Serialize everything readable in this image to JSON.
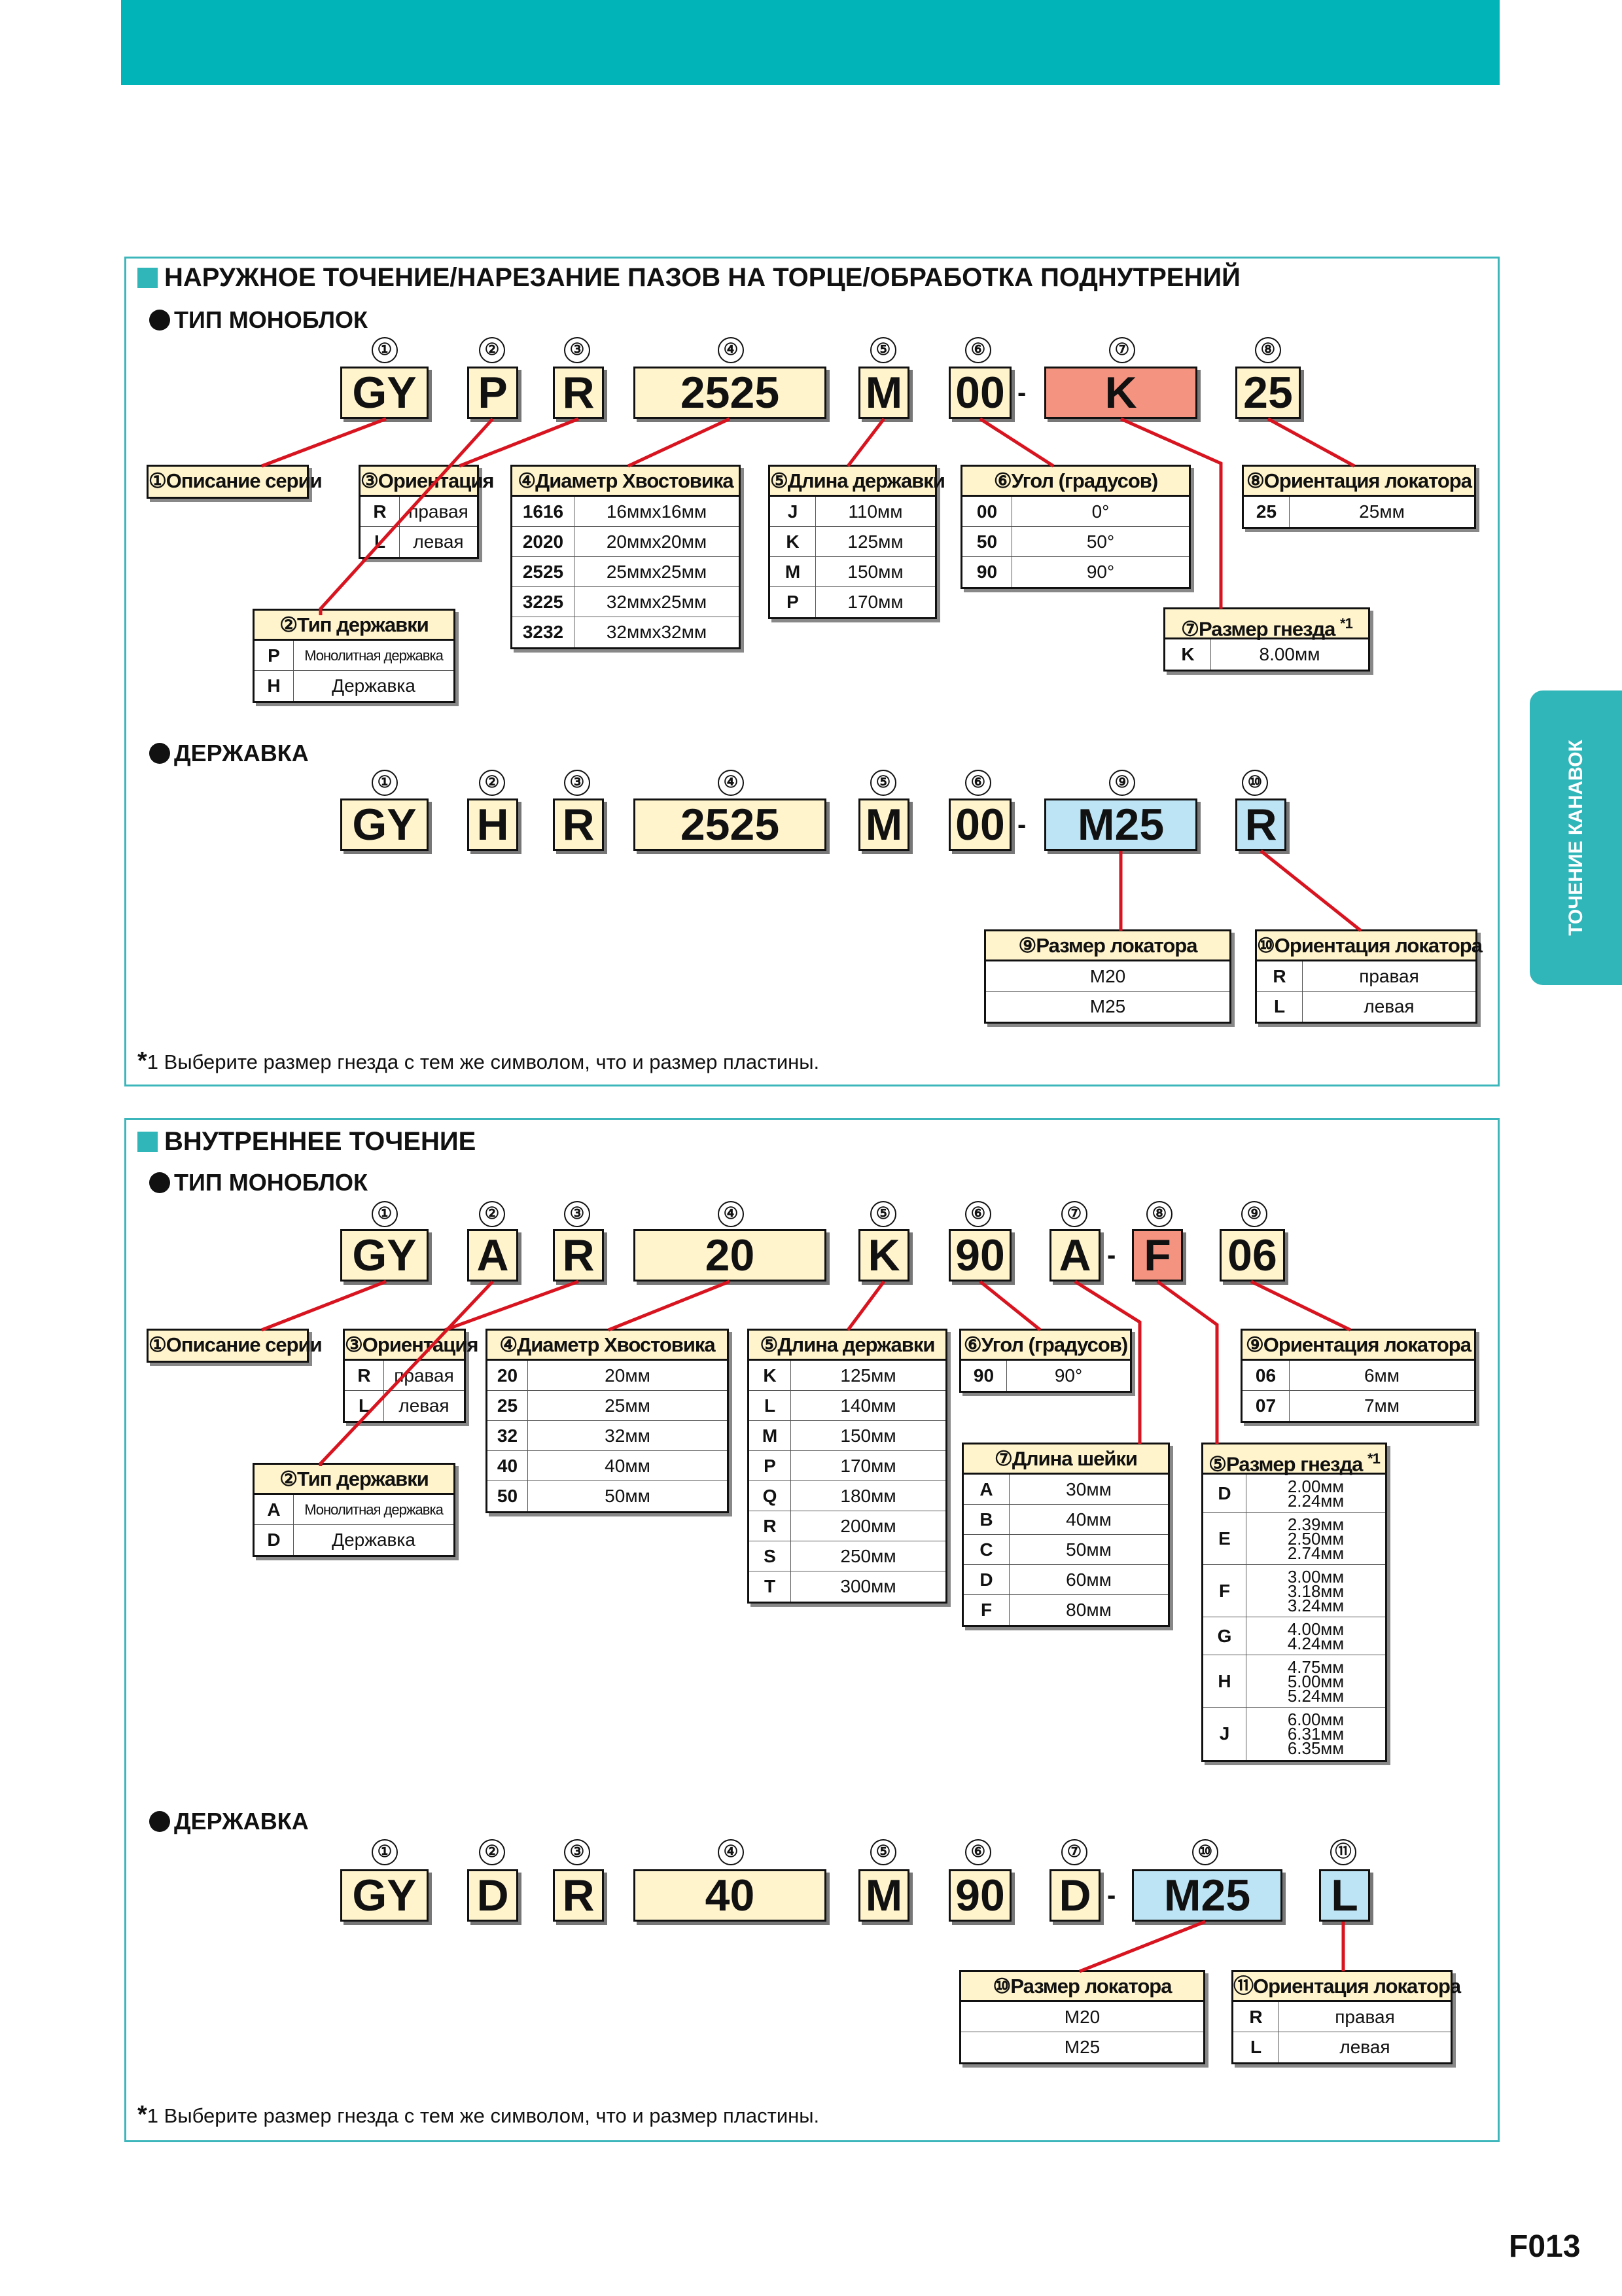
{
  "colors": {
    "teal": "#00b4b8",
    "box": "#fff4cc",
    "salmon": "#f59381",
    "blue": "#bde4f5",
    "line": "#d7141f"
  },
  "side_tab": "ТОЧЕНИЕ КАНАВОК",
  "page_number": "F013",
  "s1": {
    "title": "НАРУЖНОЕ ТОЧЕНИЕ/НАРЕЗАНИЕ ПАЗОВ НА ТОРЦЕ/ОБРАБОТКА ПОДНУТРЕНИЙ",
    "mono": {
      "title": "ТИП МОНОБЛОК",
      "nums": [
        "①",
        "②",
        "③",
        "④",
        "⑤",
        "⑥",
        "⑦",
        "⑧"
      ],
      "code": [
        "GY",
        "P",
        "R",
        "2525",
        "M",
        "00",
        "-",
        "K",
        "25"
      ],
      "t_series": "①Описание серии",
      "t_orient": {
        "title": "③Ориентация",
        "rows": [
          [
            "R",
            "правая"
          ],
          [
            "L",
            "левая"
          ]
        ]
      },
      "t_holder": {
        "title": "②Тип державки",
        "rows": [
          [
            "P",
            "Монолитная державка"
          ],
          [
            "H",
            "Державка"
          ]
        ]
      },
      "t_shank": {
        "title": "④Диаметр Хвостовика",
        "rows": [
          [
            "1616",
            "16ммх16мм"
          ],
          [
            "2020",
            "20ммх20мм"
          ],
          [
            "2525",
            "25ммх25мм"
          ],
          [
            "3225",
            "32ммх25мм"
          ],
          [
            "3232",
            "32ммх32мм"
          ]
        ]
      },
      "t_length": {
        "title": "⑤Длина державки",
        "rows": [
          [
            "J",
            "110мм"
          ],
          [
            "K",
            "125мм"
          ],
          [
            "M",
            "150мм"
          ],
          [
            "P",
            "170мм"
          ]
        ]
      },
      "t_angle": {
        "title": "⑥Угол (градусов)",
        "rows": [
          [
            "00",
            "0°"
          ],
          [
            "50",
            "50°"
          ],
          [
            "90",
            "90°"
          ]
        ]
      },
      "t_loc": {
        "title": "⑧Ориентация локатора",
        "rows": [
          [
            "25",
            "25мм"
          ]
        ]
      },
      "t_seat": {
        "title": "⑦Размер гнезда ",
        "sup": "*1",
        "rows": [
          [
            "K",
            "8.00мм"
          ]
        ]
      }
    },
    "holder": {
      "title": "ДЕРЖАВКА",
      "nums": [
        "①",
        "②",
        "③",
        "④",
        "⑤",
        "⑥",
        "⑨",
        "⑩"
      ],
      "code": [
        "GY",
        "H",
        "R",
        "2525",
        "M",
        "00",
        "-",
        "M25",
        "R"
      ],
      "t_size": {
        "title": "⑨Размер локатора",
        "rows": [
          "M20",
          "M25"
        ]
      },
      "t_orient": {
        "title": "⑩Ориентация локатора",
        "rows": [
          [
            "R",
            "правая"
          ],
          [
            "L",
            "левая"
          ]
        ]
      }
    },
    "note_star": "*",
    "note": "1 Выберите размер гнезда с тем же символом, что и размер пластины."
  },
  "s2": {
    "title": "ВНУТРЕННЕЕ ТОЧЕНИЕ",
    "mono": {
      "title": "ТИП МОНОБЛОК",
      "nums": [
        "①",
        "②",
        "③",
        "④",
        "⑤",
        "⑥",
        "⑦",
        "⑧",
        "⑨"
      ],
      "code": [
        "GY",
        "A",
        "R",
        "20",
        "K",
        "90",
        "A",
        "-",
        "F",
        "06"
      ],
      "t_series": "①Описание серии",
      "t_orient": {
        "title": "③Ориентация",
        "rows": [
          [
            "R",
            "правая"
          ],
          [
            "L",
            "левая"
          ]
        ]
      },
      "t_holder": {
        "title": "②Тип державки",
        "rows": [
          [
            "A",
            "Монолитная державка"
          ],
          [
            "D",
            "Державка"
          ]
        ]
      },
      "t_shank": {
        "title": "④Диаметр Хвостовика",
        "rows": [
          [
            "20",
            "20мм"
          ],
          [
            "25",
            "25мм"
          ],
          [
            "32",
            "32мм"
          ],
          [
            "40",
            "40мм"
          ],
          [
            "50",
            "50мм"
          ]
        ]
      },
      "t_length": {
        "title": "⑤Длина державки",
        "rows": [
          [
            "K",
            "125мм"
          ],
          [
            "L",
            "140мм"
          ],
          [
            "M",
            "150мм"
          ],
          [
            "P",
            "170мм"
          ],
          [
            "Q",
            "180мм"
          ],
          [
            "R",
            "200мм"
          ],
          [
            "S",
            "250мм"
          ],
          [
            "T",
            "300мм"
          ]
        ]
      },
      "t_angle": {
        "title": "⑥Угол (градусов)",
        "rows": [
          [
            "90",
            "90°"
          ]
        ]
      },
      "t_loc": {
        "title": "⑨Ориентация локатора",
        "rows": [
          [
            "06",
            "6мм"
          ],
          [
            "07",
            "7мм"
          ]
        ]
      },
      "t_neck": {
        "title": "⑦Длина шейки",
        "rows": [
          [
            "A",
            "30мм"
          ],
          [
            "B",
            "40мм"
          ],
          [
            "C",
            "50мм"
          ],
          [
            "D",
            "60мм"
          ],
          [
            "F",
            "80мм"
          ]
        ]
      },
      "t_seat": {
        "title": "⑤Размер гнезда ",
        "sup": "*1",
        "rows": [
          [
            "D",
            [
              "2.00мм",
              "2.24мм"
            ]
          ],
          [
            "E",
            [
              "2.39мм",
              "2.50мм",
              "2.74мм"
            ]
          ],
          [
            "F",
            [
              "3.00мм",
              "3.18мм",
              "3.24мм"
            ]
          ],
          [
            "G",
            [
              "4.00мм",
              "4.24мм"
            ]
          ],
          [
            "H",
            [
              "4.75мм",
              "5.00мм",
              "5.24мм"
            ]
          ],
          [
            "J",
            [
              "6.00мм",
              "6.31мм",
              "6.35мм"
            ]
          ]
        ]
      }
    },
    "holder": {
      "title": "ДЕРЖАВКА",
      "nums": [
        "①",
        "②",
        "③",
        "④",
        "⑤",
        "⑥",
        "⑦",
        "⑩",
        "⑪"
      ],
      "code": [
        "GY",
        "D",
        "R",
        "40",
        "M",
        "90",
        "D",
        "-",
        "M25",
        "L"
      ],
      "t_size": {
        "title": "⑩Размер локатора",
        "rows": [
          "M20",
          "M25"
        ]
      },
      "t_orient": {
        "title": "⑪Ориентация локатора",
        "rows": [
          [
            "R",
            "правая"
          ],
          [
            "L",
            "левая"
          ]
        ]
      }
    },
    "note_star": "*",
    "note": "1 Выберите размер гнезда с тем же символом, что и размер пластины."
  }
}
